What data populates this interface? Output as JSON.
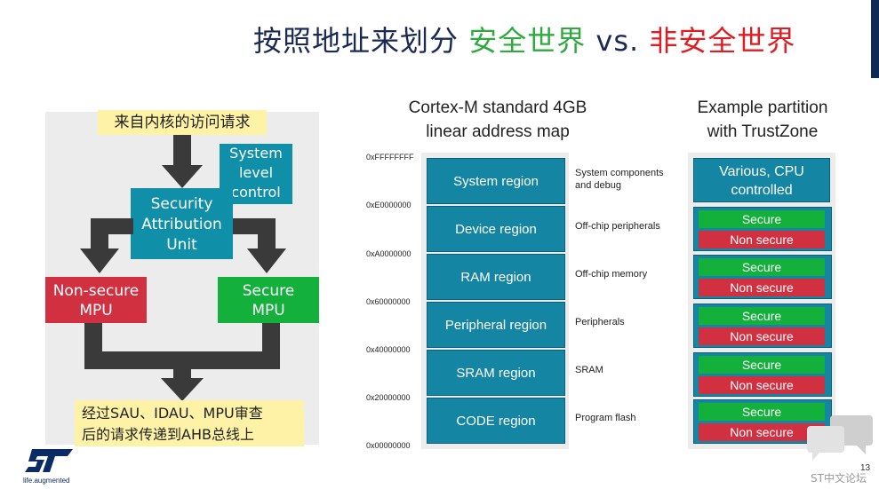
{
  "title": {
    "part1": "按照地址来划分",
    "part2": "安全世界",
    "part3": "vs.",
    "part4": "非安全世界"
  },
  "flow": {
    "request": "来自内核的访问请求",
    "system_control": [
      "System",
      "level",
      "control"
    ],
    "sau": [
      "Security",
      "Attribution",
      "Unit"
    ],
    "non_secure_mpu": [
      "Non-secure",
      "MPU"
    ],
    "secure_mpu": [
      "Secure",
      "MPU"
    ],
    "result": [
      "经过SAU、IDAU、MPU审查",
      "后的请求传递到AHB总线上"
    ]
  },
  "address_map": {
    "header": [
      "Cortex-M standard 4GB",
      "linear address map"
    ],
    "addresses": [
      "0xFFFFFFFF",
      "0xE0000000",
      "0xA0000000",
      "0x60000000",
      "0x40000000",
      "0x20000000",
      "0x00000000"
    ],
    "regions": [
      {
        "name": "System region",
        "desc": [
          "System components",
          "and debug"
        ]
      },
      {
        "name": "Device region",
        "desc": [
          "Off-chip peripherals"
        ]
      },
      {
        "name": "RAM region",
        "desc": [
          "Off-chip memory"
        ]
      },
      {
        "name": "Peripheral region",
        "desc": [
          "Peripherals"
        ]
      },
      {
        "name": "SRAM region",
        "desc": [
          "SRAM"
        ]
      },
      {
        "name": "CODE region",
        "desc": [
          "Program flash"
        ]
      }
    ]
  },
  "partition": {
    "header": [
      "Example partition",
      "with TrustZone"
    ],
    "top": [
      "Various, CPU",
      "controlled"
    ],
    "secure_label": "Secure",
    "non_secure_label": "Non secure"
  },
  "footer": {
    "logo_tagline": "life.augmented",
    "page_number": "13",
    "forum": "ST中文论坛"
  },
  "colors": {
    "teal": "#1486a4",
    "green": "#13b03c",
    "red": "#d13040",
    "yellow": "#fdf2a6",
    "navy": "#1b2a55"
  }
}
